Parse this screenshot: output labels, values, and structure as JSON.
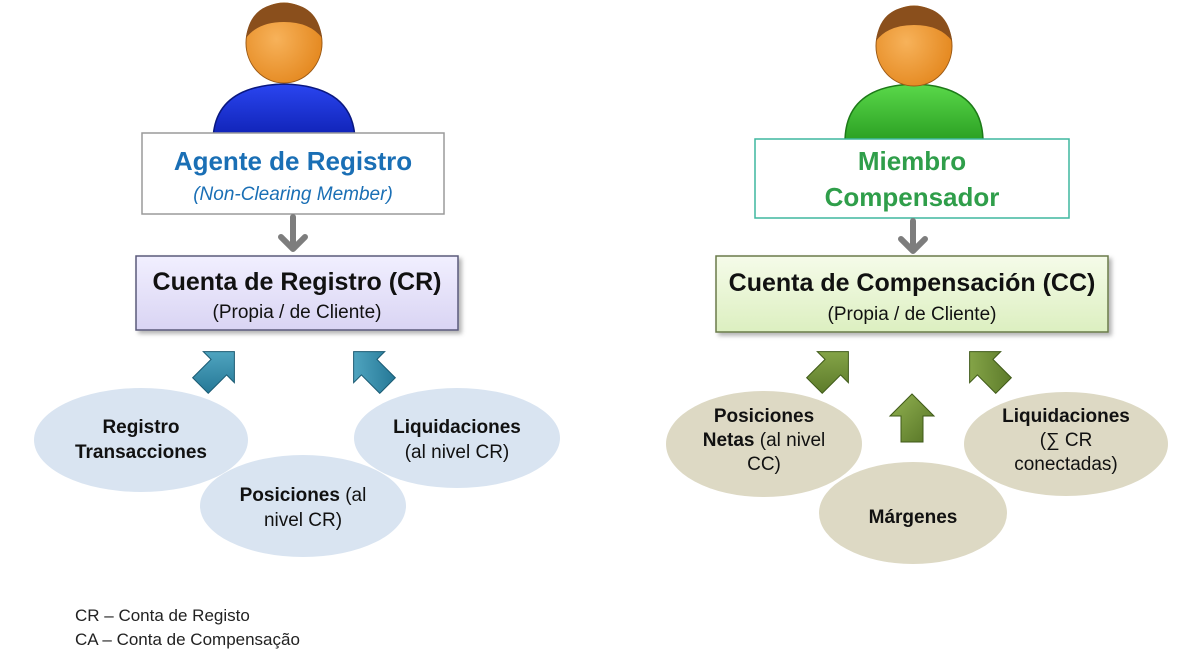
{
  "colors": {
    "agent_body": "#1530d8",
    "member_body": "#36c02e",
    "face": "#f29a35",
    "hair": "#8a4f1c",
    "agent_text": "#1a6fb5",
    "member_text": "#2f9e4a",
    "member_box_border": "#3fb79f",
    "cr_fill": "#e6e3f8",
    "cc_fill": "#eaf6d6",
    "arrow_gray": "#7d7d7d",
    "arrow_teal": "#2e87a6",
    "arrow_olive": "#6f8f35",
    "ellipse_blue": "#d9e4f1",
    "ellipse_tan": "#ddd9c4"
  },
  "left": {
    "actor": {
      "icon": "person-icon",
      "title": "Agente de Registro",
      "subtitle": "(Non-Clearing Member)"
    },
    "account": {
      "title": "Cuenta de Registro (CR)",
      "subtitle": "(Propia / de Cliente)"
    },
    "bubbles": [
      {
        "lines": [
          [
            {
              "t": "Registro",
              "b": true
            }
          ],
          [
            {
              "t": "Transacciones",
              "b": true
            }
          ]
        ]
      },
      {
        "lines": [
          [
            {
              "t": "Posiciones",
              "b": true
            },
            {
              "t": " (al",
              "b": false
            }
          ],
          [
            {
              "t": "nivel CR)",
              "b": false
            }
          ]
        ]
      },
      {
        "lines": [
          [
            {
              "t": "Liquidaciones",
              "b": true
            }
          ],
          [
            {
              "t": "(al nivel CR)",
              "b": false
            }
          ]
        ]
      }
    ]
  },
  "right": {
    "actor": {
      "icon": "person-icon",
      "title_line1": "Miembro",
      "title_line2": "Compensador"
    },
    "account": {
      "title": "Cuenta de Compensación (CC)",
      "subtitle": "(Propia / de Cliente)"
    },
    "bubbles": [
      {
        "lines": [
          [
            {
              "t": "Posiciones",
              "b": true
            }
          ],
          [
            {
              "t": "Netas",
              "b": true
            },
            {
              "t": " (al nivel",
              "b": false
            }
          ],
          [
            {
              "t": "CC)",
              "b": false
            }
          ]
        ]
      },
      {
        "lines": [
          [
            {
              "t": "Márgenes",
              "b": true
            }
          ]
        ]
      },
      {
        "lines": [
          [
            {
              "t": "Liquidaciones",
              "b": true
            }
          ],
          [
            {
              "t": "(∑ CR",
              "b": false
            }
          ],
          [
            {
              "t": "conectadas)",
              "b": false
            }
          ]
        ]
      }
    ]
  },
  "legend": [
    "CR – Conta de Registo",
    "CA – Conta de Compensação"
  ]
}
